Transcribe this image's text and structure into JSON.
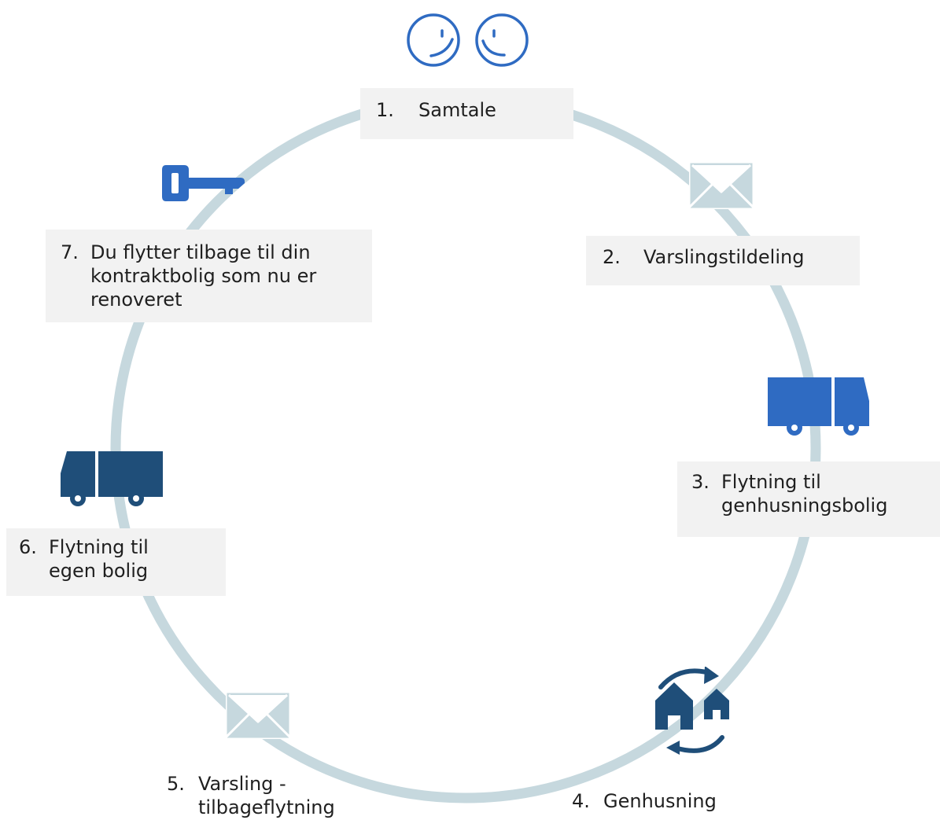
{
  "colors": {
    "ring": "#c6d8de",
    "box": "#f2f2f2",
    "blue": "#2f6bc2",
    "navy": "#1f4e79",
    "envelope": "#c6d8de",
    "text": "#1f1f1f"
  },
  "steps": [
    {
      "number": "1.",
      "lines": [
        "Samtale"
      ],
      "icon": "two-smiley-faces-icon"
    },
    {
      "number": "2.",
      "lines": [
        "Varslingstildeling"
      ],
      "icon": "envelope-icon"
    },
    {
      "number": "3.",
      "lines": [
        "Flytning til",
        "genhusningsbolig"
      ],
      "icon": "moving-truck-icon"
    },
    {
      "number": "4.",
      "lines": [
        "Genhusning"
      ],
      "icon": "house-swap-icon"
    },
    {
      "number": "5.",
      "lines": [
        "Varsling -",
        "tilbageflytning"
      ],
      "icon": "envelope-icon"
    },
    {
      "number": "6.",
      "lines": [
        "Flytning til",
        "egen bolig"
      ],
      "icon": "moving-truck-icon"
    },
    {
      "number": "7.",
      "lines": [
        "Du flytter tilbage til din",
        "kontraktbolig som nu er",
        "renoveret"
      ],
      "icon": "key-icon"
    }
  ]
}
